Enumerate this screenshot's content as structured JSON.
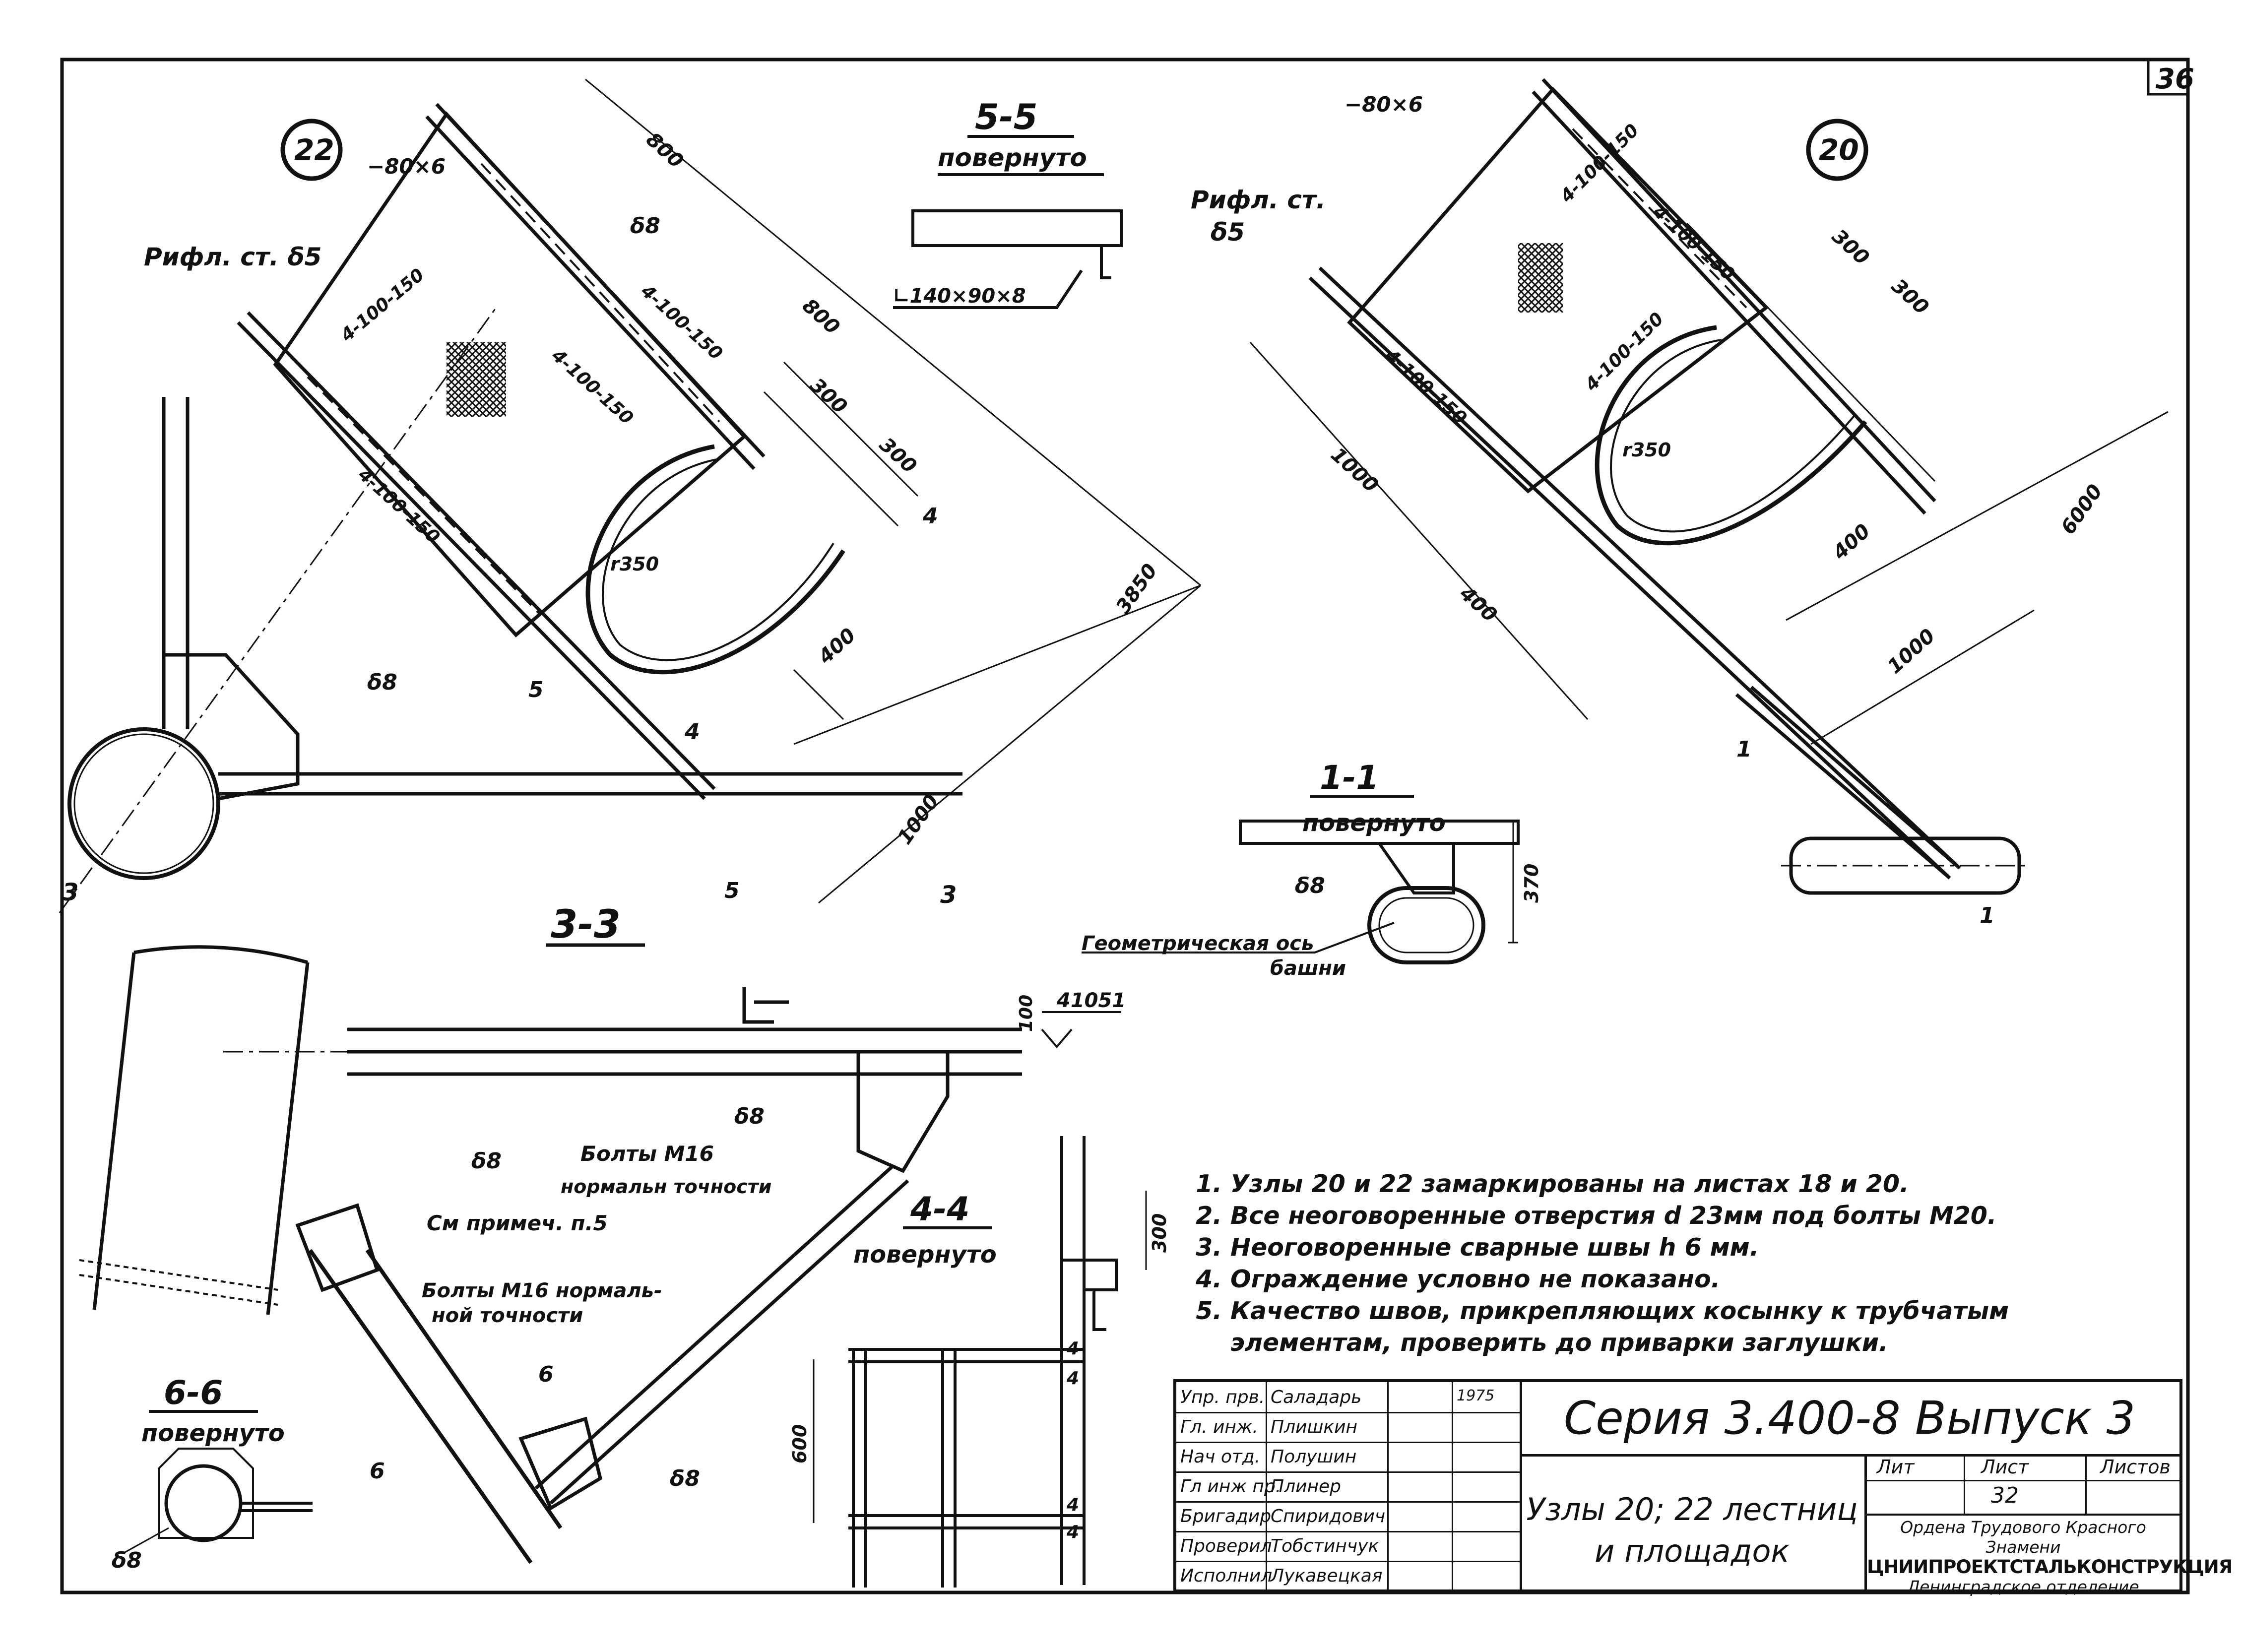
{
  "sheet_number": "36",
  "views": {
    "node22": {
      "number": "22",
      "label_flat": "−80×6",
      "label_plate": "Рифл. ст. δ5",
      "label_d8_top": "δ8",
      "label_d8_gusset": "δ8",
      "holes_a": "4-100-150",
      "holes_b": "4-100-150",
      "holes_c": "4-100-150",
      "holes_d": "4-100-150",
      "radius": "r350",
      "dims": {
        "d800a": "800",
        "d800b": "800",
        "d300a": "300",
        "d300b": "300",
        "d400": "400",
        "d3850": "3850",
        "d1000": "1000"
      },
      "section_marks": {
        "s3": "3",
        "s3b": "3",
        "s5": "5",
        "s5b": "5",
        "s4": "4",
        "s4b": "4"
      }
    },
    "node20": {
      "number": "20",
      "label_flat": "−80×6",
      "label_plate": "Рифл. ст.",
      "label_plate_thk": "δ5",
      "holes_a": "4-100-150",
      "holes_b": "4-100-150",
      "holes_c": "4-100-150",
      "holes_d": "4-100-150",
      "radius": "r350",
      "dims": {
        "d300a": "300",
        "d300b": "300",
        "d1000a": "1000",
        "d400a": "400",
        "d400b": "400",
        "d6000": "6000",
        "d1000b": "1000"
      },
      "section_marks": {
        "s1": "1",
        "s1b": "1"
      }
    },
    "sec55": {
      "title": "5-5",
      "subtitle": "повернуто",
      "label_angle": "∟140×90×8"
    },
    "sec11": {
      "title": "1-1",
      "subtitle": "повернуто",
      "label_d8": "δ8",
      "dim": "370",
      "axis_label_1": "Геометрическая ось",
      "axis_label_2": "башни"
    },
    "sec33": {
      "title": "3-3",
      "dim100": "100",
      "elevation": "41051",
      "label_d8_a": "δ8",
      "label_d8_b": "δ8",
      "label_d8_c": "δ8",
      "bolts1_a": "Болты М16",
      "bolts1_b": "нормальн точности",
      "note_ref": "См примеч. п.5",
      "bolts2_a": "Болты М16 нормаль-",
      "bolts2_b": "ной точности",
      "s6": "6",
      "s6b": "6"
    },
    "sec66": {
      "title": "6-6",
      "subtitle": "повернуто",
      "label_d8": "δ8"
    },
    "sec44": {
      "title": "4-4",
      "subtitle": "повернуто",
      "dim300": "300",
      "dim600": "600",
      "m4a": "4",
      "m4b": "4",
      "m4c": "4",
      "m4d": "4"
    }
  },
  "notes": [
    "Узлы 20 и 22 замаркированы на листах 18 и 20.",
    "Все неоговоренные отверстия d 23мм под болты М20.",
    "Неоговоренные сварные швы h 6 мм.",
    "Ограждение условно не показано.",
    "Качество швов, прикрепляющих косынку к трубчатым элементам, проверить до приварки заглушки."
  ],
  "title_block": {
    "roles": [
      {
        "role": "Упр. прв.",
        "name": "Саладарь"
      },
      {
        "role": "Гл. инж.",
        "name": "Плишкин"
      },
      {
        "role": "Нач отд.",
        "name": "Полушин"
      },
      {
        "role": "Гл инж пр.",
        "name": "Плинер"
      },
      {
        "role": "Бригадир",
        "name": "Спиридович"
      },
      {
        "role": "Проверил",
        "name": "Тобстинчук"
      },
      {
        "role": "Исполнил",
        "name": "Лукавецкая"
      }
    ],
    "year": "1975",
    "series": "Серия 3.400-8 Выпуск 3",
    "title_line1": "Узлы 20; 22 лестниц",
    "title_line2": "и площадок",
    "head_lit": "Лит",
    "head_sheet": "Лист",
    "head_sheets": "Листов",
    "sheet_value": "32",
    "org_line1": "Ордена Трудового Красного",
    "org_line2": "Знамени",
    "org_line3": "ЦНИИПРОЕКТСТАЛЬКОНСТРУКЦИЯ",
    "org_line4": "Ленинградское отделение"
  }
}
